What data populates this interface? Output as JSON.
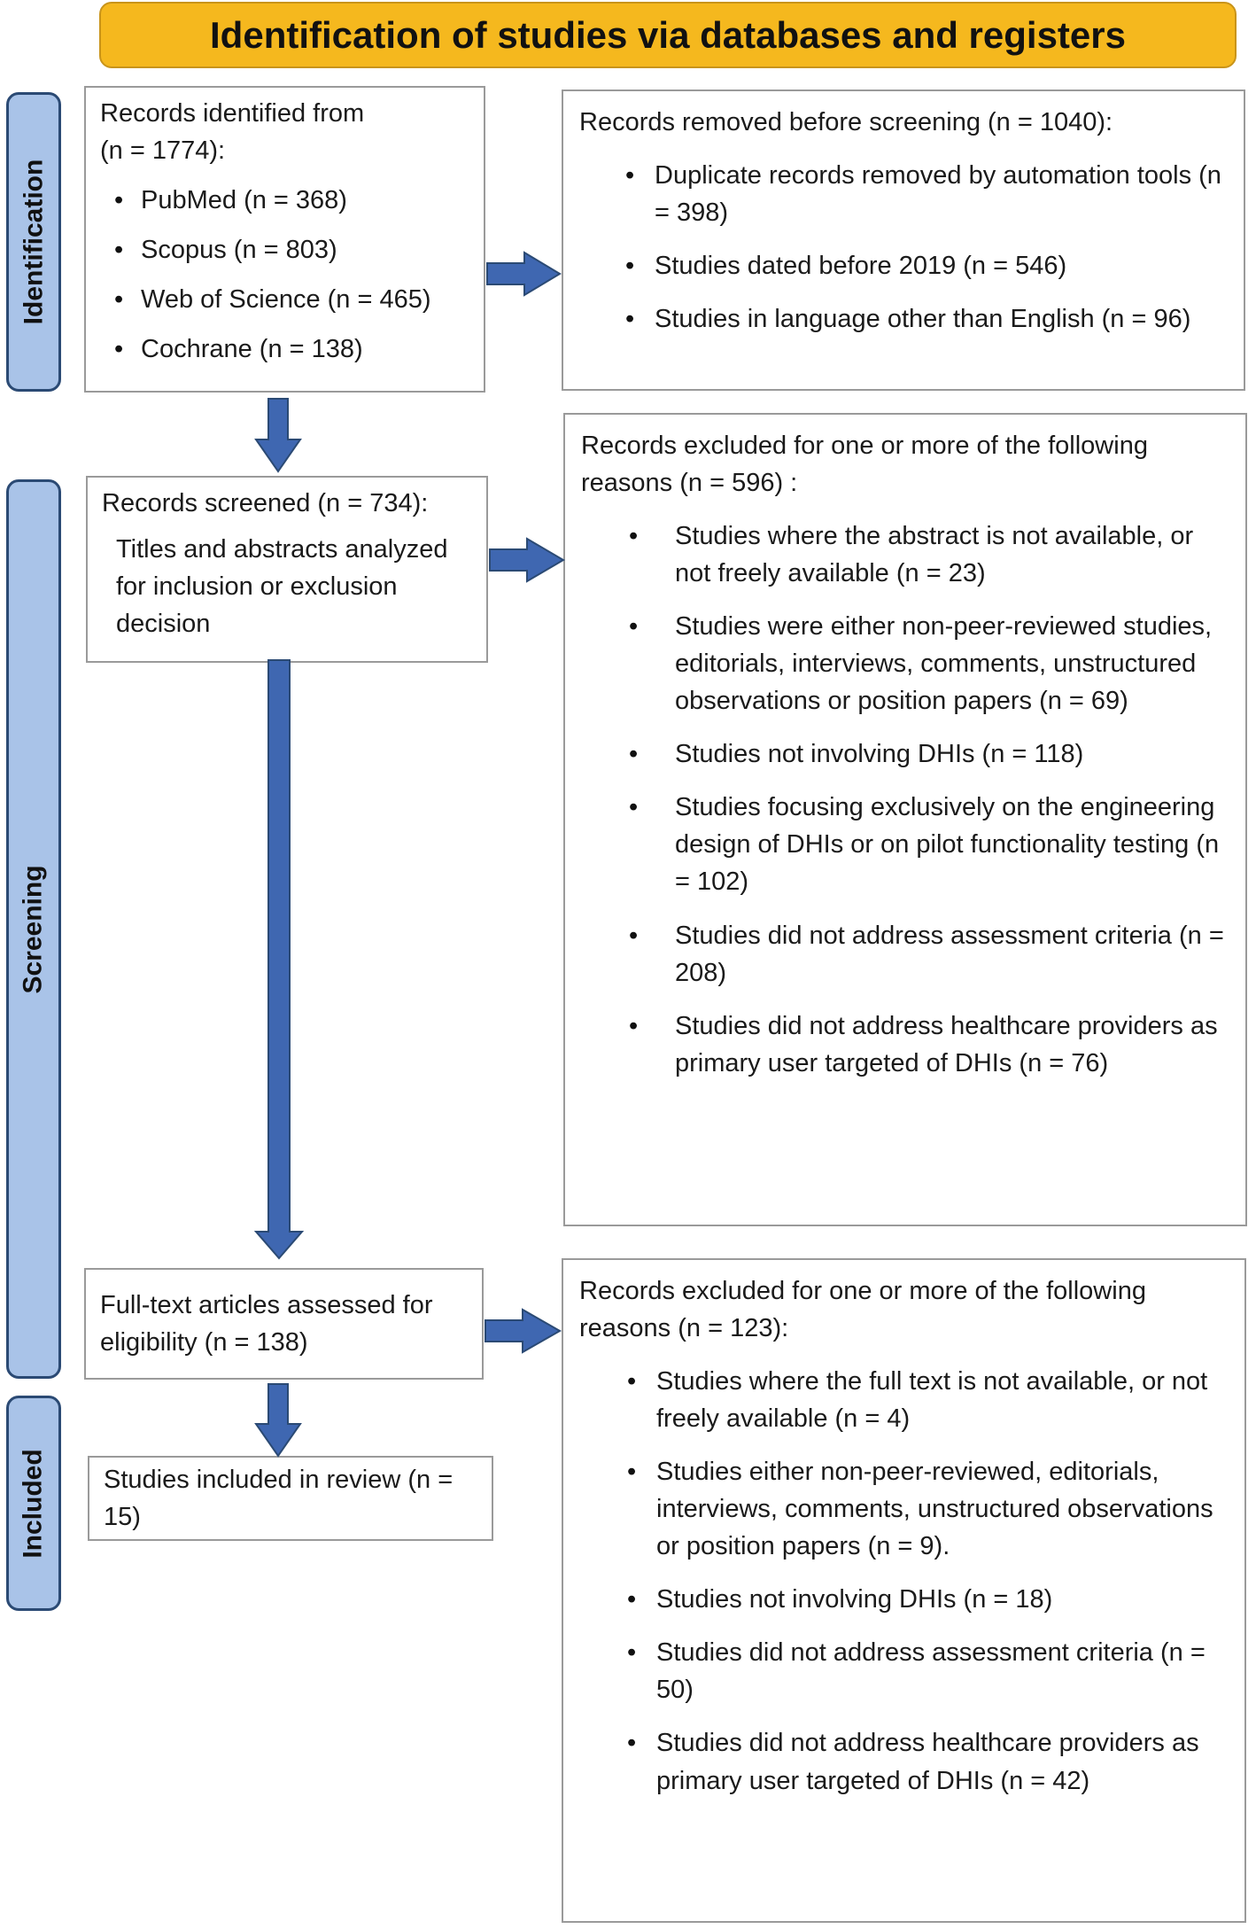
{
  "banner": "Identification of studies via databases and registers",
  "stages": {
    "identification": "Identification",
    "screening": "Screening",
    "included": "Included"
  },
  "identified": {
    "heading": "Records identified from",
    "total": "(n = 1774):",
    "sources": [
      "PubMed (n = 368)",
      "Scopus (n = 803)",
      "Web of Science (n = 465)",
      "Cochrane (n = 138)"
    ]
  },
  "removed": {
    "heading": "Records removed before screening (n = 1040):",
    "items": [
      "Duplicate records removed by automation tools (n = 398)",
      "Studies dated before 2019  (n = 546)",
      "Studies in language other than English (n = 96)"
    ]
  },
  "screened": {
    "heading": "Records screened (n = 734):",
    "detail": "Titles and abstracts analyzed for inclusion or exclusion decision"
  },
  "excluded_screening": {
    "heading": "Records excluded for one or more of the following reasons (n = 596) :",
    "items": [
      "Studies where the abstract is not available, or not freely available (n = 23)",
      "Studies were either non-peer-reviewed studies, editorials, interviews, comments, unstructured observations or position papers (n = 69)",
      "Studies not involving DHIs (n = 118)",
      "Studies focusing exclusively on the engineering design of DHIs or on pilot functionality testing (n = 102)",
      "Studies did not address assessment criteria (n = 208)",
      "Studies did not address healthcare providers as primary user targeted of DHIs (n = 76)"
    ]
  },
  "fulltext": {
    "label": "Full-text articles assessed for eligibility (n = 138)"
  },
  "excluded_fulltext": {
    "heading": "Records excluded for one or more of the following reasons (n = 123):",
    "items": [
      "Studies where the full text is not available, or not freely available (n = 4)",
      "Studies either non-peer-reviewed, editorials, interviews, comments, unstructured observations  or position papers (n = 9).",
      "Studies not involving DHIs (n = 18)",
      "Studies did not address assessment criteria (n = 50)",
      "Studies did not address healthcare providers as primary user targeted of DHIs (n = 42)"
    ]
  },
  "included": {
    "label": "Studies included in review (n = 15)"
  },
  "colors": {
    "banner": "#f5b81e",
    "stage_fill": "#a9c3e8",
    "stage_border": "#2b4a74",
    "arrow": "#3f67b1",
    "box_border": "#9a9a9a"
  }
}
